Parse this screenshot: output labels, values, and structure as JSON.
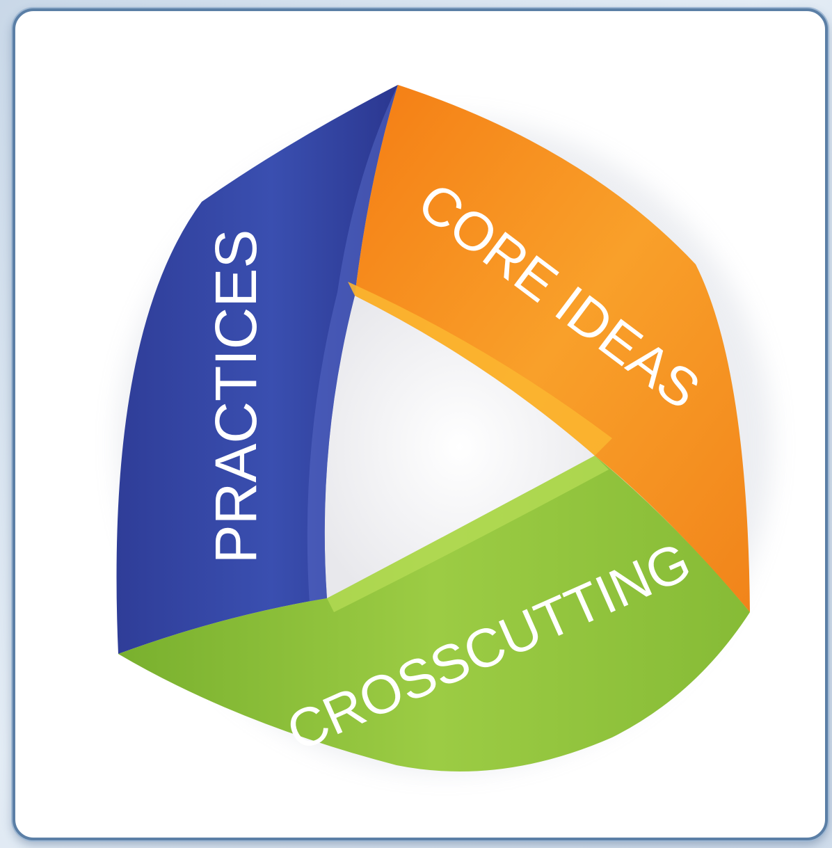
{
  "diagram": {
    "labels": {
      "practices": "PRACTICES",
      "core_ideas": "CORE IDEAS",
      "crosscutting": "CROSSCUTTING"
    },
    "colors": {
      "practices": "#3446a8",
      "core_ideas": "#f78a1e",
      "crosscutting": "#8fc23c",
      "frame_border": "#5b7fa6"
    }
  }
}
